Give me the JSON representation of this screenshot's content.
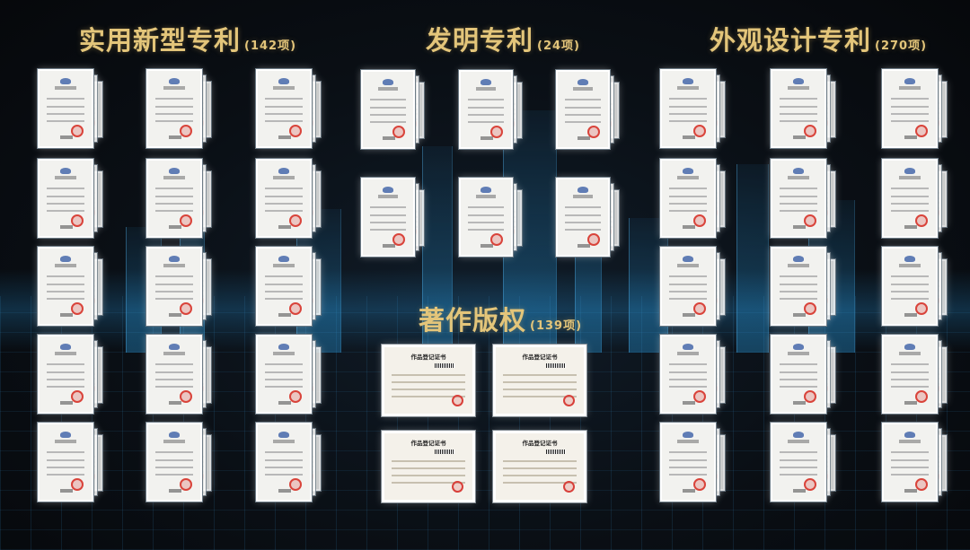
{
  "sections": {
    "utility": {
      "title": "实用新型专利",
      "count": "(142项)"
    },
    "invention": {
      "title": "发明专利",
      "count": "(24项)"
    },
    "design": {
      "title": "外观设计专利",
      "count": "(270项)"
    },
    "copyright": {
      "title": "著作版权",
      "count": "(139项)"
    }
  },
  "copyright_certificates": [
    {
      "label": "作品登记证书"
    },
    {
      "label": "作品登记证书"
    },
    {
      "label": "作品登记证书"
    },
    {
      "label": "作品登记证书"
    }
  ],
  "colors": {
    "heading": "#e3c57a",
    "background": "#0a0f15",
    "seal": "#d9443b"
  }
}
